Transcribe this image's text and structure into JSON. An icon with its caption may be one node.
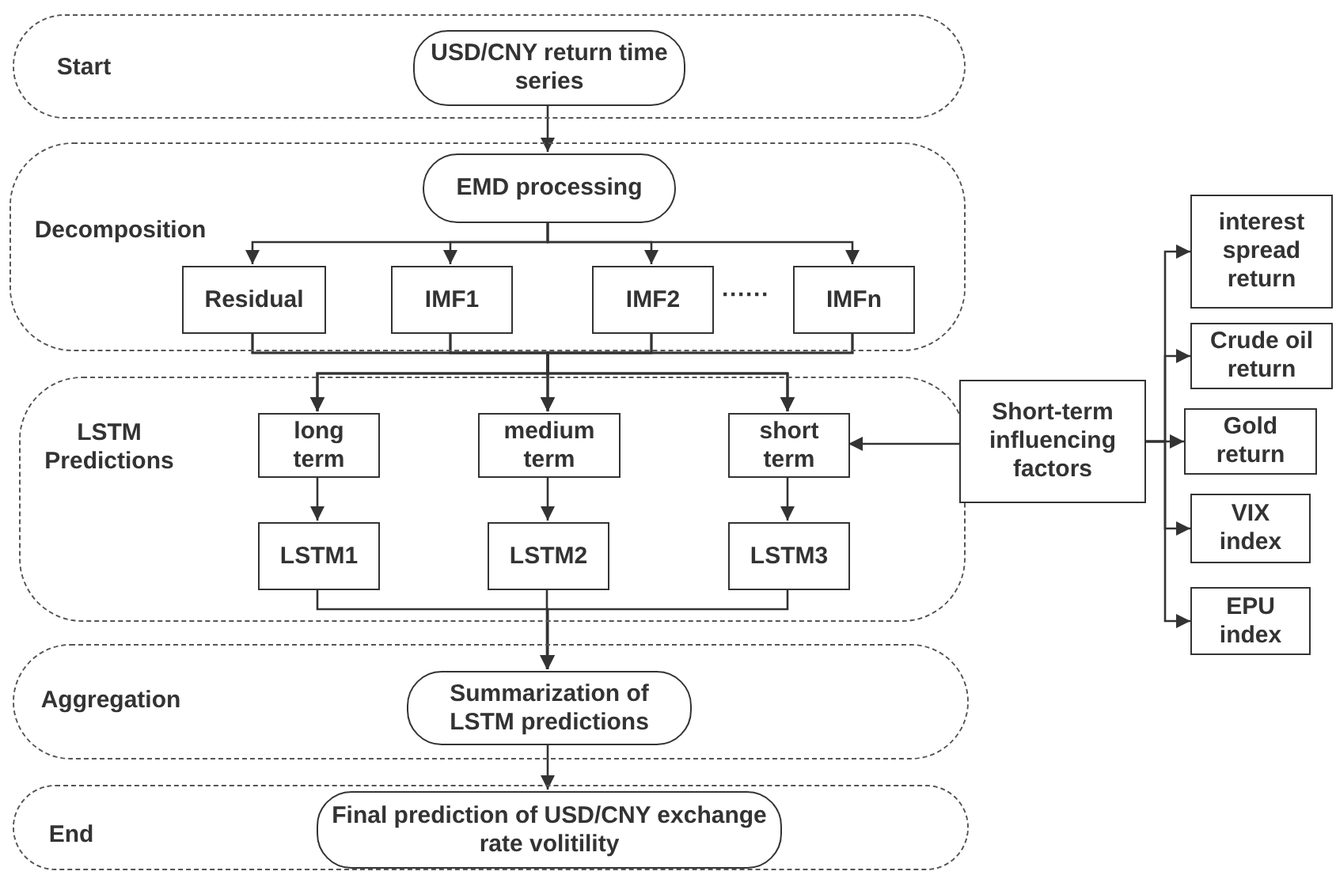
{
  "diagram": {
    "nodes": [
      {
        "text": [
          "Start"
        ]
      },
      {
        "text": [
          "USD/CNY return time series"
        ],
        "in": 0
      },
      {
        "text": [
          "Decomposition"
        ]
      },
      {
        "text": [
          "EMD processing"
        ],
        "in": 2
      },
      {
        "text": [
          "Residual"
        ],
        "in": 2
      },
      {
        "text": [
          "IMF1"
        ],
        "in": 2
      },
      {
        "text": [
          "IMF2"
        ],
        "in": 2
      },
      {
        "text": [
          "IMFn"
        ],
        "in": 2
      },
      {
        "text": [
          "LSTM Predictions"
        ]
      },
      {
        "text": [
          "long term"
        ],
        "in": 8
      },
      {
        "text": [
          "medium term"
        ],
        "in": 8
      },
      {
        "text": [
          "short term"
        ],
        "in": 8
      },
      {
        "text": [
          "LSTM1"
        ],
        "in": 8
      },
      {
        "text": [
          "LSTM2"
        ],
        "in": 8
      },
      {
        "text": [
          "LSTM3"
        ],
        "in": 8
      },
      {
        "text": [
          "Short-term influencing factors"
        ]
      },
      {
        "text": [
          "interest spread return"
        ]
      },
      {
        "text": [
          "Crude oil return"
        ]
      },
      {
        "text": [
          "Gold return"
        ]
      },
      {
        "text": [
          "VIX index"
        ]
      },
      {
        "text": [
          "EPU index"
        ]
      },
      {
        "text": [
          "Aggregation"
        ]
      },
      {
        "text": [
          "Summarization of LSTM predictions"
        ],
        "in": 21
      },
      {
        "text": [
          "End"
        ]
      },
      {
        "text": [
          "Final prediction of USD/CNY exchange rate volitility"
        ],
        "in": 23
      }
    ],
    "edges": [
      {
        "from": 1,
        "to": 3,
        "arrow": "to"
      },
      {
        "from": 3,
        "to": 4,
        "arrow": "to"
      },
      {
        "from": 3,
        "to": 5,
        "arrow": "to"
      },
      {
        "from": 3,
        "to": 6,
        "arrow": "to"
      },
      {
        "from": 3,
        "to": 7,
        "arrow": "to"
      },
      {
        "from": 4,
        "to": 9,
        "arrow": "to"
      },
      {
        "from": 4,
        "to": 10,
        "arrow": "to"
      },
      {
        "from": 4,
        "to": 11,
        "arrow": "to"
      },
      {
        "from": 5,
        "to": 9,
        "arrow": "to"
      },
      {
        "from": 5,
        "to": 10,
        "arrow": "to"
      },
      {
        "from": 5,
        "to": 11,
        "arrow": "to"
      },
      {
        "from": 6,
        "to": 9,
        "arrow": "to"
      },
      {
        "from": 6,
        "to": 10,
        "arrow": "to"
      },
      {
        "from": 6,
        "to": 11,
        "arrow": "to"
      },
      {
        "from": 7,
        "to": 9,
        "arrow": "to"
      },
      {
        "from": 7,
        "to": 10,
        "arrow": "to"
      },
      {
        "from": 7,
        "to": 11,
        "arrow": "to"
      },
      {
        "from": 9,
        "to": 12,
        "arrow": "to"
      },
      {
        "from": 10,
        "to": 13,
        "arrow": "to"
      },
      {
        "from": 11,
        "to": 14,
        "arrow": "to"
      },
      {
        "from": 12,
        "to": 22,
        "arrow": "to"
      },
      {
        "from": 13,
        "to": 22,
        "arrow": "to"
      },
      {
        "from": 14,
        "to": 22,
        "arrow": "to"
      },
      {
        "from": 22,
        "to": 24,
        "arrow": "to"
      },
      {
        "from": 15,
        "to": 11,
        "arrow": "to"
      },
      {
        "from": 15,
        "to": 16,
        "arrow": "to"
      },
      {
        "from": 15,
        "to": 17,
        "arrow": "to"
      },
      {
        "from": 15,
        "to": 18,
        "arrow": "to"
      },
      {
        "from": 15,
        "to": 19,
        "arrow": "to"
      },
      {
        "from": 15,
        "to": 20,
        "arrow": "to"
      }
    ],
    "labels": [
      "······"
    ]
  }
}
